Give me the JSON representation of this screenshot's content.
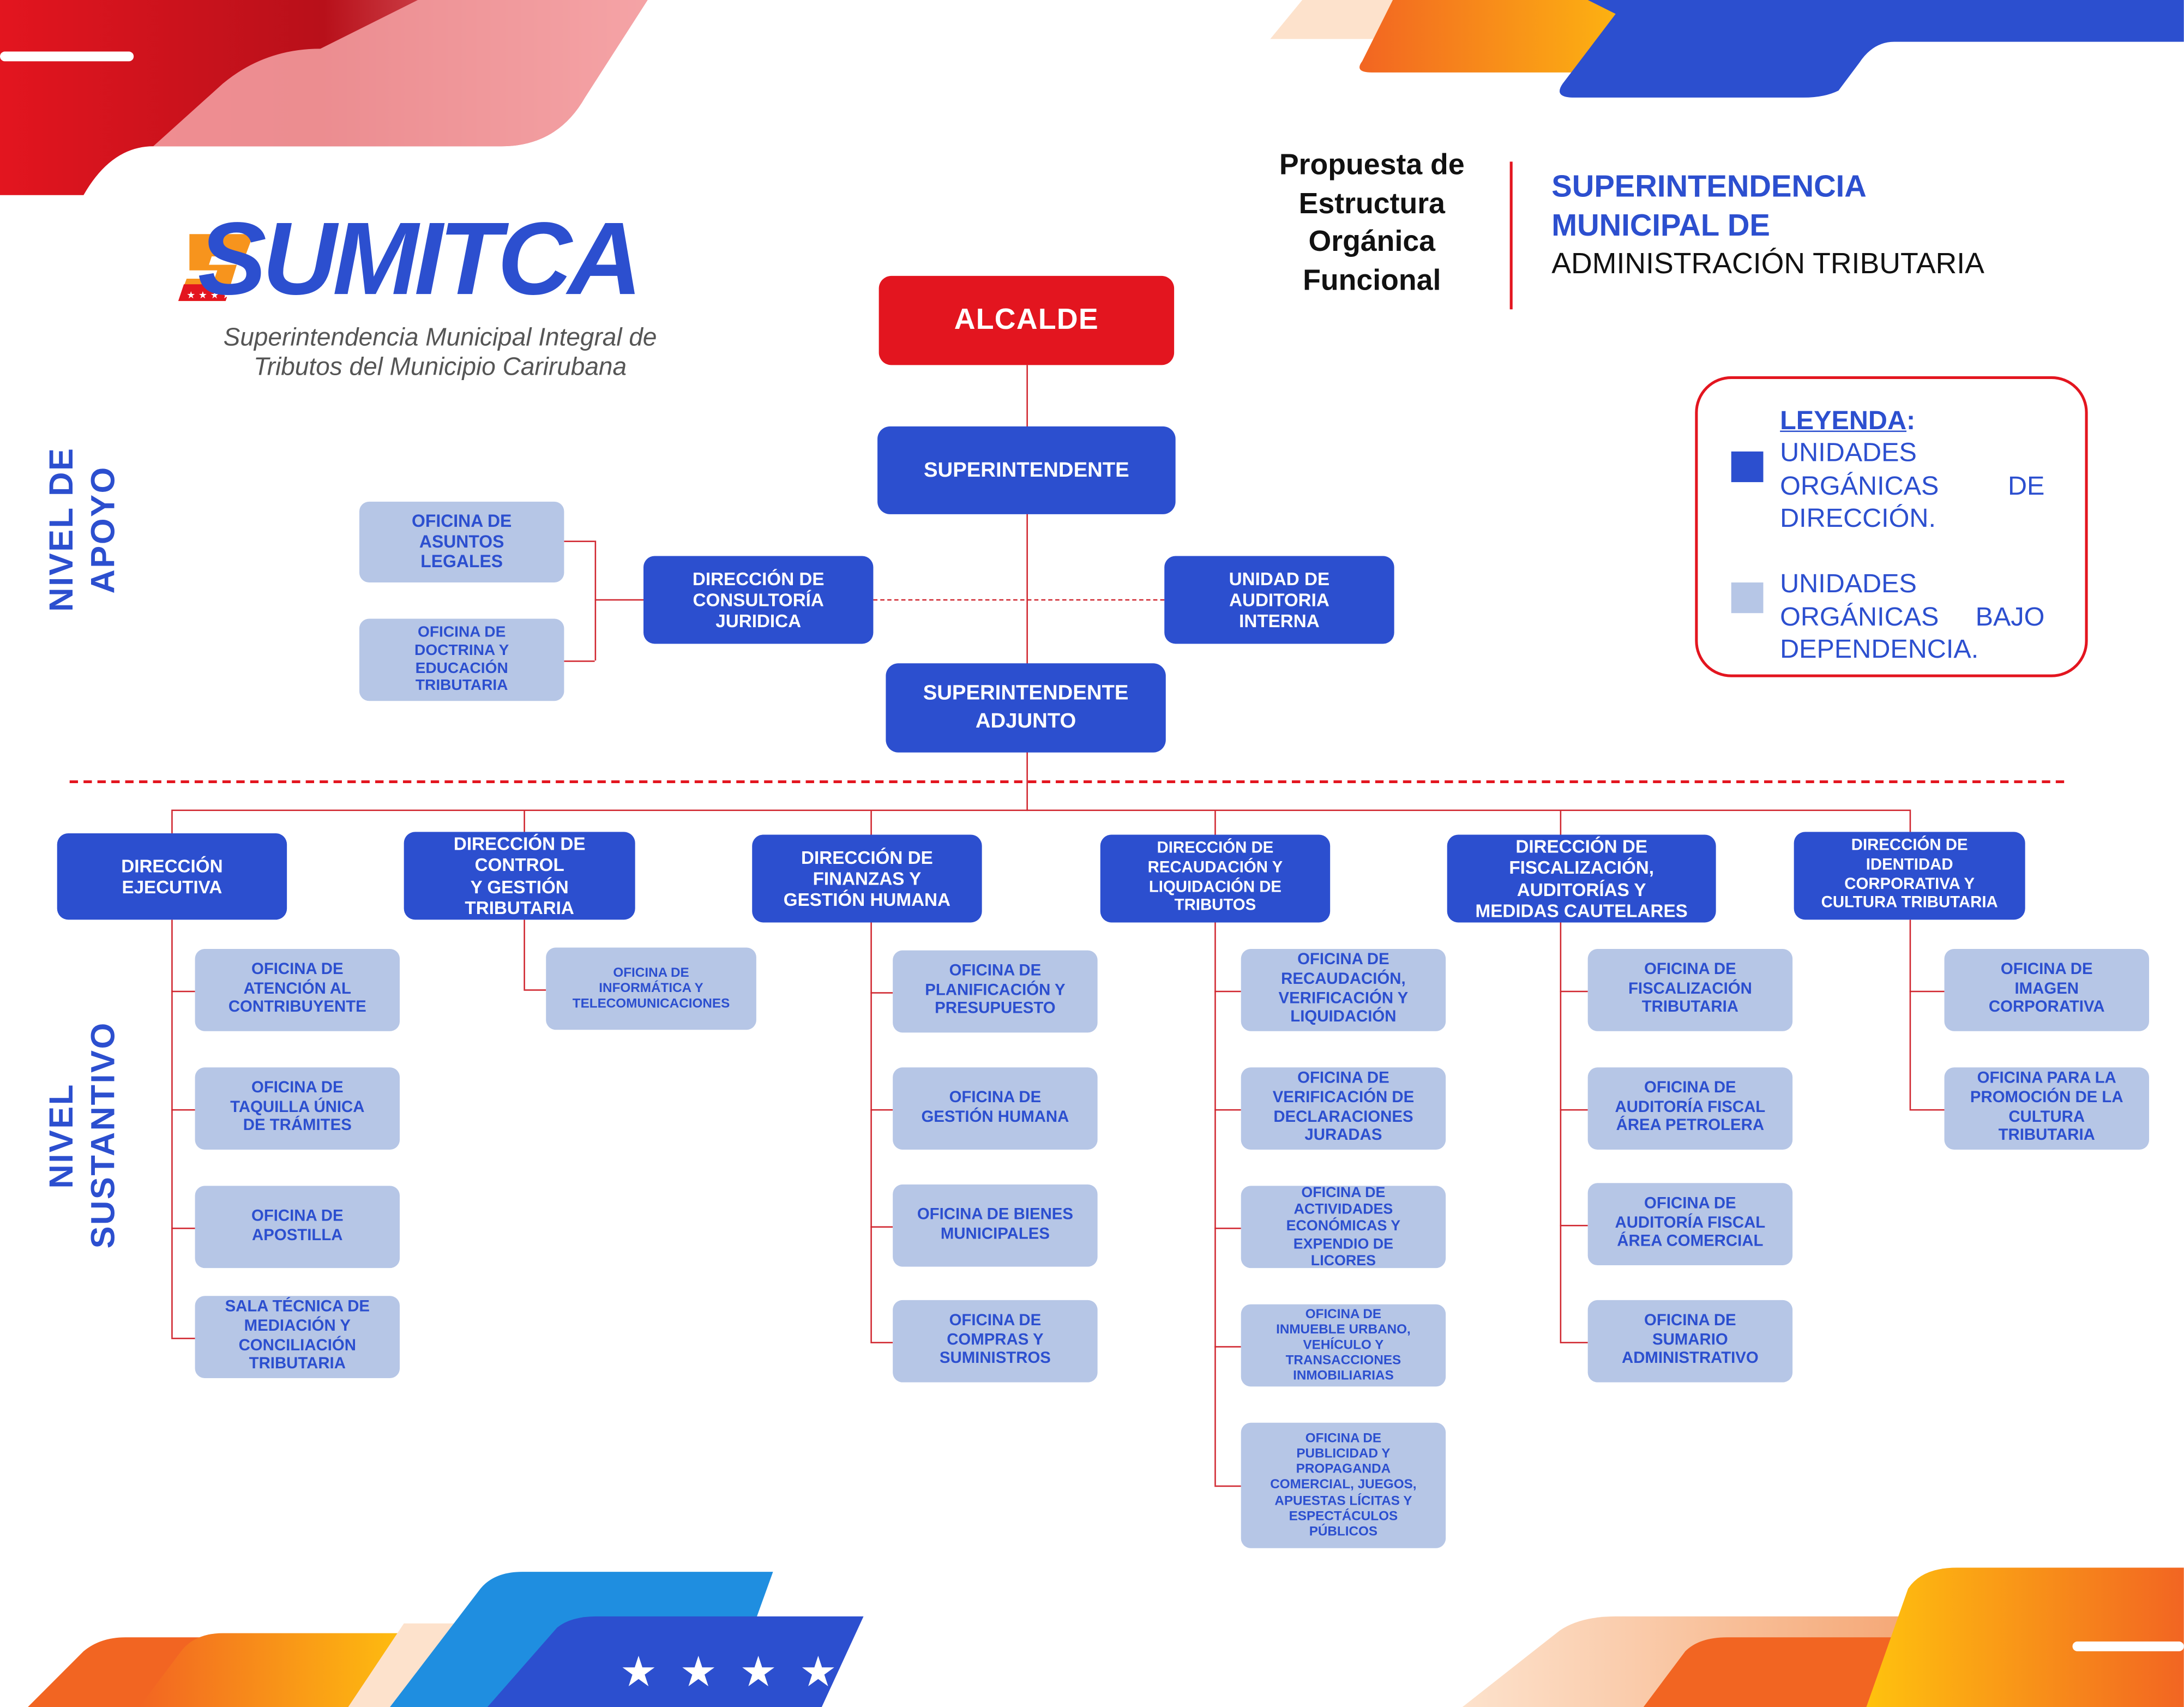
{
  "logo": {
    "name": "SUMITCA",
    "subtitle_1": "Superintendencia Municipal Integral de",
    "subtitle_2": "Tributos del Municipio Carirubana"
  },
  "header": {
    "proposal": "Propuesta de\nEstructura\nOrgánica\nFuncional",
    "org_line1": "SUPERINTENDENCIA",
    "org_line2": "MUNICIPAL DE",
    "org_line3": "ADMINISTRACIÓN TRIBUTARIA"
  },
  "legend": {
    "title": "LEYENDA",
    "colon": ":",
    "item1": "UNIDADES ORGÁNICAS DE DIRECCIÓN.",
    "item2": "UNIDADES ORGÁNICAS BAJO DEPENDENCIA.",
    "dark_color": "#2c4fcf",
    "light_color": "#b6c6e6"
  },
  "levels": {
    "apoyo": "NIVEL DE\nAPOYO",
    "sustantivo": "NIVEL\nSUSTANTIVO"
  },
  "top": {
    "alcalde": "ALCALDE",
    "superintendente": "SUPERINTENDENTE",
    "adjunto": "SUPERINTENDENTE\nADJUNTO",
    "consultoria": "DIRECCIÓN DE\nCONSULTORÍA\nJURIDICA",
    "auditoria": "UNIDAD DE\nAUDITORIA\nINTERNA",
    "legales": "OFICINA DE\nASUNTOS\nLEGALES",
    "doctrina": "OFICINA DE\nDOCTRINA Y\nEDUCACIÓN\nTRIBUTARIA"
  },
  "directions": [
    {
      "label": "DIRECCIÓN\nEJECUTIVA",
      "offices": [
        "OFICINA DE\nATENCIÓN AL\nCONTRIBUYENTE",
        "OFICINA DE\nTAQUILLA ÚNICA\nDE TRÁMITES",
        "OFICINA DE\nAPOSTILLA",
        "SALA TÉCNICA DE\nMEDIACIÓN Y\nCONCILIACIÓN\nTRIBUTARIA"
      ]
    },
    {
      "label": "DIRECCIÓN DE\nCONTROL\nY GESTIÓN\nTRIBUTARIA",
      "offices": [
        "OFICINA DE\nINFORMÁTICA Y\nTELECOMUNICACIONES"
      ]
    },
    {
      "label": "DIRECCIÓN DE\nFINANZAS Y\nGESTIÓN HUMANA",
      "offices": [
        "OFICINA DE\nPLANIFICACIÓN Y\nPRESUPUESTO",
        "OFICINA DE\nGESTIÓN HUMANA",
        "OFICINA DE BIENES\nMUNICIPALES",
        "OFICINA DE\nCOMPRAS Y\nSUMINISTROS"
      ]
    },
    {
      "label": "DIRECCIÓN DE\nRECAUDACIÓN Y\nLIQUIDACIÓN DE\nTRIBUTOS",
      "offices": [
        "OFICINA DE\nRECAUDACIÓN,\nVERIFICACIÓN Y\nLIQUIDACIÓN",
        "OFICINA DE\nVERIFICACIÓN DE\nDECLARACIONES\nJURADAS",
        "OFICINA DE\nACTIVIDADES\nECONÓMICAS Y\nEXPENDIO DE\nLICORES",
        "OFICINA DE\nINMUEBLE URBANO,\nVEHÍCULO Y\nTRANSACCIONES\nINMOBILIARIAS",
        "OFICINA DE\nPUBLICIDAD Y\nPROPAGANDA\nCOMERCIAL, JUEGOS,\nAPUESTAS LÍCITAS Y\nESPECTÁCULOS\nPÚBLICOS"
      ]
    },
    {
      "label": "DIRECCIÓN DE\nFISCALIZACIÓN,\nAUDITORÍAS Y\nMEDIDAS CAUTELARES",
      "offices": [
        "OFICINA DE\nFISCALIZACIÓN\nTRIBUTARIA",
        "OFICINA DE\nAUDITORÍA FISCAL\nÁREA PETROLERA",
        "OFICINA DE\nAUDITORÍA FISCAL\nÁREA COMERCIAL",
        "OFICINA DE\nSUMARIO\nADMINISTRATIVO"
      ]
    },
    {
      "label": "DIRECCIÓN DE\nIDENTIDAD\nCORPORATIVA Y\nCULTURA TRIBUTARIA",
      "offices": [
        "OFICINA DE\nIMAGEN\nCORPORATIVA",
        "OFICINA PARA LA\nPROMOCIÓN DE LA\nCULTURA\nTRIBUTARIA"
      ]
    }
  ],
  "colors": {
    "blue": "#2c4fcf",
    "red": "#e3151f",
    "light_blue": "#b6c6e6",
    "orange": "#f7941d",
    "yellow": "#ffc20e"
  }
}
